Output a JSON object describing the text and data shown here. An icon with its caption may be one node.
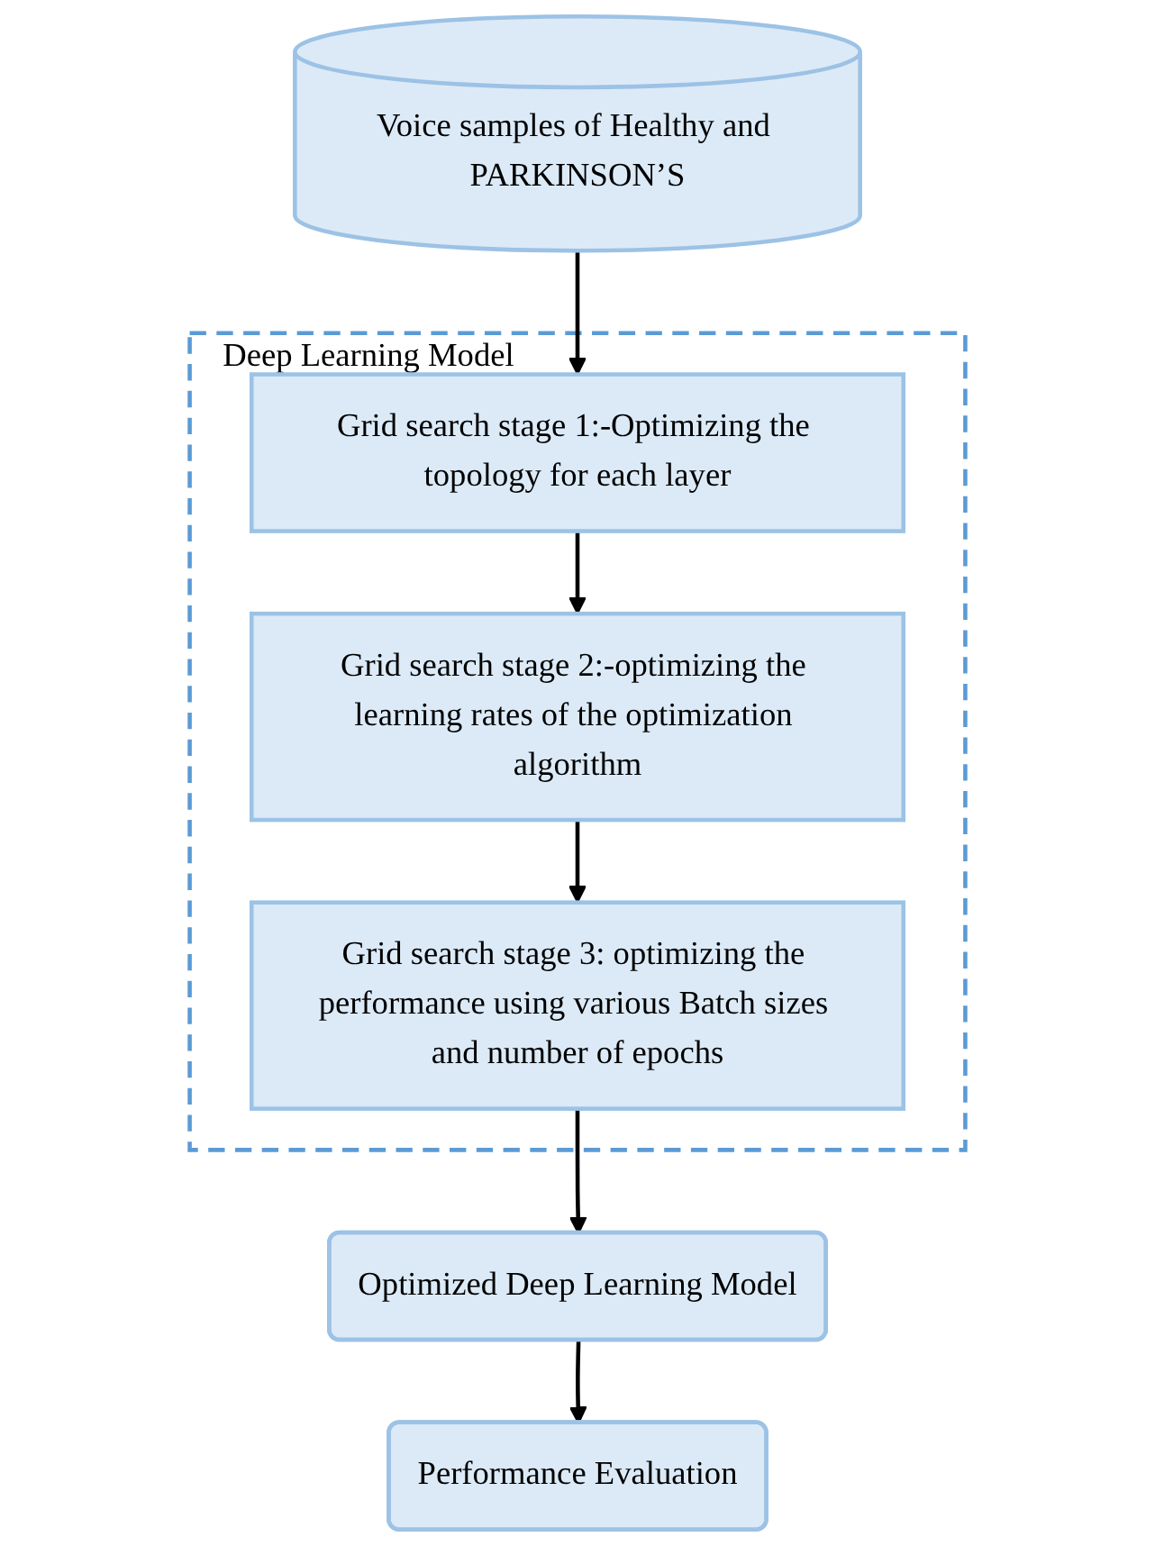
{
  "diagram": {
    "nodes": [
      {
        "text": [
          "Voice samples of Healthy and PARKINSON’S"
        ]
      },
      {
        "text": [
          "Deep Learning Model"
        ]
      },
      {
        "text": [
          "Grid search stage 1:-Optimizing the topology for each layer"
        ],
        "in": 1
      },
      {
        "text": [
          "Grid search stage 2:-optimizing the learning rates of the optimization algorithm"
        ],
        "in": 1
      },
      {
        "text": [
          "Grid search stage 3: optimizing the performance using various Batch sizes and number of epochs"
        ],
        "in": 1
      },
      {
        "text": [
          "Optimized Deep Learning Model"
        ]
      },
      {
        "text": [
          "Performance Evaluation"
        ]
      }
    ],
    "edges": [
      {
        "from": 0,
        "to": 2,
        "arrow": "to"
      },
      {
        "from": 2,
        "to": 3,
        "arrow": "to"
      },
      {
        "from": 3,
        "to": 4,
        "arrow": "to"
      },
      {
        "from": 4,
        "to": 5,
        "arrow": "to"
      },
      {
        "from": 5,
        "to": 6,
        "arrow": "to"
      }
    ]
  }
}
